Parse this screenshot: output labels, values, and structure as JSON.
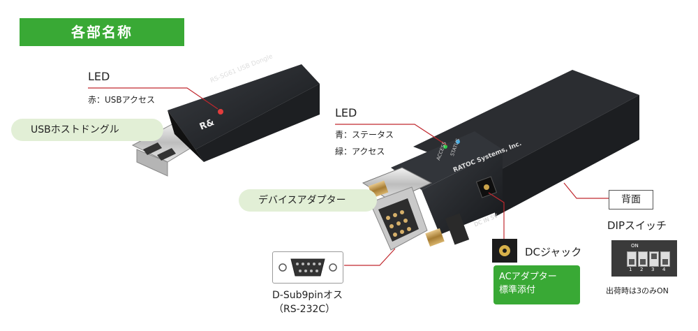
{
  "title": "各部名称",
  "dongle": {
    "pill_label": "USBホストドングル",
    "led_title": "LED",
    "led_desc": "赤：USBアクセス",
    "brand": "RS-SG61  USB Dongle"
  },
  "adapter": {
    "pill_label": "デバイスアダプター",
    "led_title": "LED",
    "led_desc_1": "青：ステータス",
    "led_desc_2": "緑：アクセス",
    "brand": "RATOC Systems, Inc.",
    "led_label_access": "ACCESS",
    "led_label_status": "STATUS",
    "dc_in_label": "DC IN 5V"
  },
  "connector": {
    "label_1": "D-Sub9pinオス",
    "label_2": "（RS-232C）"
  },
  "dc_jack": {
    "label": "DCジャック",
    "ac_box_1": "ACアダプター",
    "ac_box_2": "標準添付"
  },
  "back": {
    "tag": "背面",
    "dip_title": "DIPスイッチ",
    "dip_on": "ON",
    "dip_numbers": [
      "1",
      "2",
      "3",
      "4"
    ],
    "dip_note": "出荷時は3のみON"
  },
  "colors": {
    "accent_green": "#39a935",
    "pill_green": "#e2efd6",
    "leader_red": "#c0282e"
  }
}
